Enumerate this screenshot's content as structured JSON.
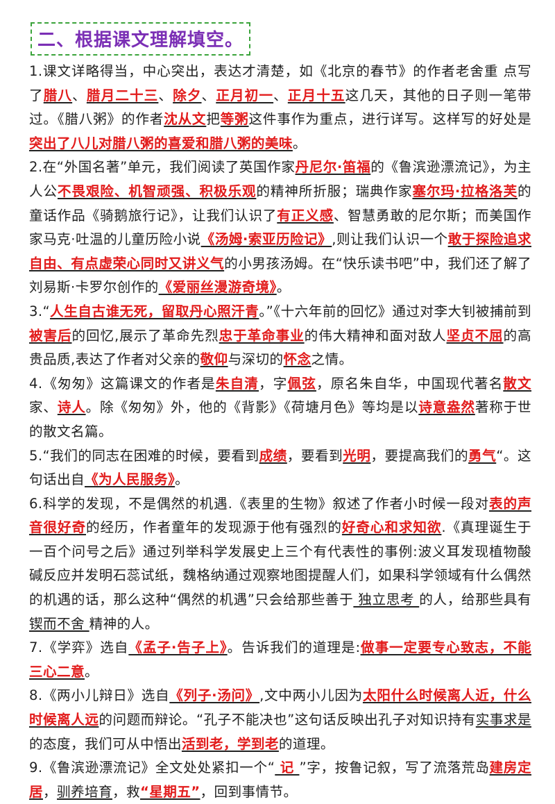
{
  "title": "二、根据课文理解填空。",
  "items": [
    [
      {
        "t": "1.课文详略得当，中心突出，表达才清楚，如《北京的春节》的作者老舍重 点写了"
      },
      {
        "t": "腊八",
        "a": 1
      },
      {
        "t": "、"
      },
      {
        "t": "腊月二十三",
        "a": 1
      },
      {
        "t": "、"
      },
      {
        "t": "除夕",
        "a": 1
      },
      {
        "t": "、"
      },
      {
        "t": "正月初一",
        "a": 1
      },
      {
        "t": "、"
      },
      {
        "t": "正月十五",
        "a": 1
      },
      {
        "t": "这几天，其他的日子则一笔带过。《腊八粥》的作者"
      },
      {
        "t": "沈从文",
        "a": 1
      },
      {
        "t": "把"
      },
      {
        "t": "等粥",
        "a": 1
      },
      {
        "t": "这件事作为重点，进行详写。这样写的好处是"
      },
      {
        "t": "突出了八儿对腊八粥的喜爱和腊八粥的美味",
        "a": 1
      },
      {
        "t": "。"
      }
    ],
    [
      {
        "t": "2.在“外国名著”单元，我们阅读了英国作家"
      },
      {
        "t": "丹尼尔·笛福",
        "a": 1
      },
      {
        "t": "的《鲁滨逊漂流记》，为主人公"
      },
      {
        "t": "不畏艰险、机智顽强、积极乐观",
        "a": 1
      },
      {
        "t": "的精神所折服；瑞典作家"
      },
      {
        "t": "塞尔玛·拉格洛芙",
        "a": 1
      },
      {
        "t": "的童话作品《骑鹅旅行记》，让我们认识了"
      },
      {
        "t": "有正义感",
        "a": 1
      },
      {
        "t": "、智慧勇敢的尼尔斯；而美国作家马克·吐温的儿童历险小说"
      },
      {
        "t": "《汤姆·索亚历险记》",
        "a": 1
      },
      {
        "t": ",则让我们认识一个"
      },
      {
        "t": "敢于探险追求自由、有点虚荣心同时又讲义气",
        "a": 1
      },
      {
        "t": "的小男孩汤姆。在“快乐读书吧”中，我们还了解了刘易斯·卡罗尔创作的"
      },
      {
        "t": "《爱丽丝漫游奇境》",
        "a": 1
      },
      {
        "t": "。"
      }
    ],
    [
      {
        "t": "3.“"
      },
      {
        "t": "人生自古谁无死，留取丹心照汗青",
        "a": 1
      },
      {
        "t": "。”《十六年前的回忆》通过对李大钊被捕前到"
      },
      {
        "t": "被害后",
        "a": 1
      },
      {
        "t": "的回忆,展示了革命先烈"
      },
      {
        "t": "忠于革命事业",
        "a": 1
      },
      {
        "t": "的伟大精神和面对敌人"
      },
      {
        "t": "坚贞不屈",
        "a": 1
      },
      {
        "t": "的高贵品质,表达了作者对父亲的"
      },
      {
        "t": "敬仰",
        "a": 1
      },
      {
        "t": "与深切的"
      },
      {
        "t": "怀念",
        "a": 1
      },
      {
        "t": "之情。"
      }
    ],
    [
      {
        "t": "4.《匆匆》这篇课文的作者是"
      },
      {
        "t": "朱自清",
        "a": 1
      },
      {
        "t": "，字"
      },
      {
        "t": "佩弦",
        "a": 1
      },
      {
        "t": "，原名朱自华，中国现代著名"
      },
      {
        "t": "散文",
        "a": 1
      },
      {
        "t": "家、"
      },
      {
        "t": "诗人",
        "a": 1
      },
      {
        "t": "。除《匆匆》外，他的《背影》《荷塘月色》等均是以"
      },
      {
        "t": "诗意盎然",
        "a": 1
      },
      {
        "t": "著称于世的散文名篇。"
      }
    ],
    [
      {
        "t": "5.“我们的同志在困难的时候，要看到"
      },
      {
        "t": "成绩",
        "a": 1
      },
      {
        "t": "，要看到"
      },
      {
        "t": "光明",
        "a": 1
      },
      {
        "t": "，要提高我们的"
      },
      {
        "t": "勇气",
        "a": 1
      },
      {
        "t": "“。这句话出自"
      },
      {
        "t": "《为人民服务》",
        "a": 1
      },
      {
        "t": "。"
      }
    ],
    [
      {
        "t": "6.科学的发现，不是偶然的机遇.《表里的生物》叙述了作者小时候一段对"
      },
      {
        "t": "表的声音很好奇",
        "a": 1
      },
      {
        "t": "的经历，作者童年的发现源于他有强烈的"
      },
      {
        "t": "好奇心和求知欲",
        "a": 1
      },
      {
        "t": ".《真理诞生于一百个问号之后》通过列举科学发展史上三个有代表性的事例:波义耳发现植物酸碱反应并发明石蕊试纸，魏格纳通过观察地图提醒人们，如果科学领域有什么偶然的机遇的话，那么这种“偶然的机遇”只会给那些善于"
      },
      {
        "t": " 独立思考 ",
        "u": 1
      },
      {
        "t": "的人，给那些具有"
      },
      {
        "t": " 锲而不舍 ",
        "u": 1
      },
      {
        "t": "精神的人。"
      }
    ],
    [
      {
        "t": "7.《学弈》选自"
      },
      {
        "t": "《孟子·告子上》",
        "a": 1
      },
      {
        "t": "。告诉我们的道理是:"
      },
      {
        "t": "做事一定要专心致志，不能三心二意",
        "a": 1
      },
      {
        "t": "。"
      }
    ],
    [
      {
        "t": "8.《两小儿辩日》选自"
      },
      {
        "t": "《列子·汤问》",
        "a": 1
      },
      {
        "t": ",文中两小儿因为"
      },
      {
        "t": "太阳什么时候离人近，什么时候离人远",
        "a": 1
      },
      {
        "t": "的问题而辩论。“孔子不能决也”这句话反映出孔子对知识持有"
      },
      {
        "t": "实事求是",
        "u": 1
      },
      {
        "t": "的态度，我们可从中悟出"
      },
      {
        "t": "活到老，学到老",
        "a": 1
      },
      {
        "t": "的道理。"
      }
    ],
    [
      {
        "t": "9.《鲁滨逊漂流记》全文处处紧扣一个“"
      },
      {
        "t": " 记 ",
        "a": 1
      },
      {
        "t": "”字，按鲁记叙，写了流落荒岛"
      },
      {
        "t": "建房定居",
        "a": 1
      },
      {
        "t": "，"
      },
      {
        "t": "驯养培育",
        "u": 1
      },
      {
        "t": "，救"
      },
      {
        "t": "“星期五”",
        "a": 1
      },
      {
        "t": "，回到事情节。"
      }
    ]
  ]
}
